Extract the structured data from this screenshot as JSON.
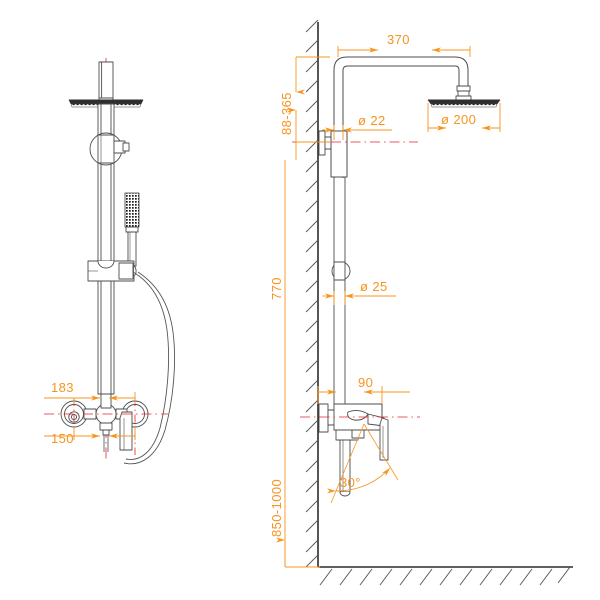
{
  "drawing": {
    "title": "Shower column technical drawing",
    "type": "technical-dimension-drawing",
    "background_color": "#ffffff",
    "colors": {
      "dimension": "#f7941e",
      "outline": "#4d4d4d",
      "centerline": "#e8202a",
      "wall": "#2b2b2b",
      "hatch": "#555555"
    },
    "views": [
      {
        "name": "front-view",
        "position": "left",
        "description": "Front elevation of shower column with wall mixer and hand shower"
      },
      {
        "name": "side-view",
        "position": "right",
        "description": "Side elevation against wall showing projections and heights"
      }
    ]
  },
  "dimensions": {
    "front_view": [
      {
        "id": "d-183",
        "label": "183",
        "orientation": "horizontal",
        "note": "spread between mixer inlets"
      },
      {
        "id": "d-150",
        "label": "150",
        "orientation": "horizontal",
        "note": "mixer body width"
      }
    ],
    "side_view": [
      {
        "id": "d-370",
        "label": "370",
        "orientation": "horizontal",
        "note": "shower arm projection from wall"
      },
      {
        "id": "d-d200",
        "label": "ø 200",
        "orientation": "horizontal",
        "note": "overhead shower head diameter"
      },
      {
        "id": "d-d22",
        "label": "ø 22",
        "orientation": "horizontal",
        "note": "upper riser tube diameter"
      },
      {
        "id": "d-d25",
        "label": "ø 25",
        "orientation": "horizontal",
        "note": "lower riser tube diameter"
      },
      {
        "id": "d-90",
        "label": "90",
        "orientation": "horizontal",
        "note": "mixer projection from wall"
      },
      {
        "id": "d-88-365",
        "label": "88-365",
        "orientation": "vertical",
        "note": "adjustable upper section range"
      },
      {
        "id": "d-770",
        "label": "770",
        "orientation": "vertical",
        "note": "riser height from mixer to slider"
      },
      {
        "id": "d-850-1000",
        "label": "850-1000",
        "orientation": "vertical",
        "note": "mixer installation height above floor"
      },
      {
        "id": "d-30",
        "label": "30°",
        "orientation": "angular",
        "note": "lever handle swing angle"
      }
    ]
  },
  "units": "mm"
}
